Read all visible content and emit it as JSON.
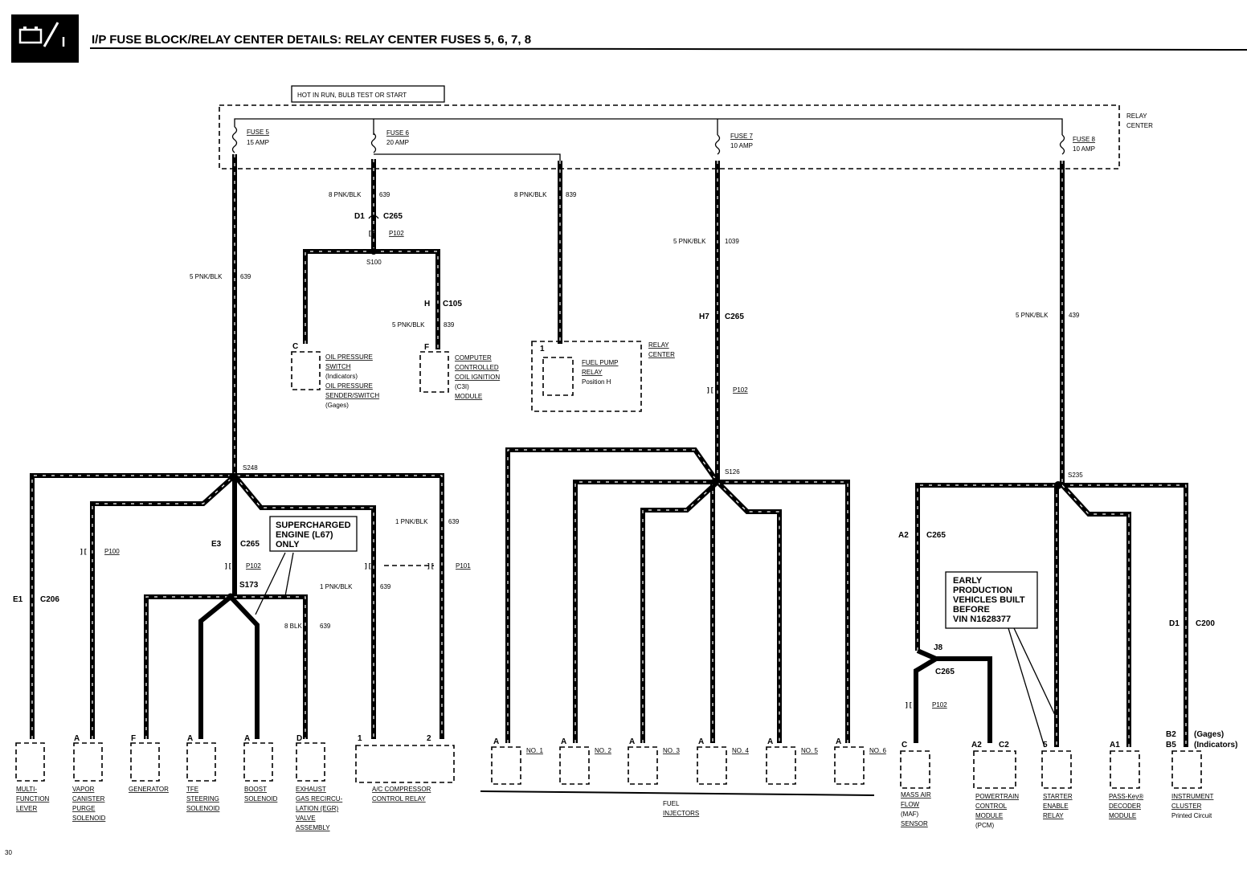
{
  "header": {
    "title": "I/P FUSE BLOCK/RELAY CENTER DETAILS: RELAY CENTER FUSES 5, 6, 7, 8",
    "page_number": "30",
    "icon": "battery-gauge-icon"
  },
  "power": {
    "hot_label": "HOT IN RUN, BULB TEST OR START",
    "relay_center_1": "RELAY",
    "relay_center_2": "CENTER"
  },
  "fuses": [
    {
      "name": "FUSE 5",
      "rating": "15 AMP"
    },
    {
      "name": "FUSE 6",
      "rating": "20 AMP"
    },
    {
      "name": "FUSE 7",
      "rating": "10 AMP"
    },
    {
      "name": "FUSE 8",
      "rating": "10 AMP"
    }
  ],
  "wires": {
    "w1": "8 PNK/BLK",
    "w1c": "639",
    "w2": "8 PNK/BLK",
    "w2c": "839",
    "w3": "5 PNK/BLK",
    "w3c": "1039",
    "w4": "5 PNK/BLK",
    "w4c": "639",
    "w5": "5 PNK/BLK",
    "w5c": "839",
    "w6": "5 PNK/BLK",
    "w6c": "439",
    "w7": "1 PNK/BLK",
    "w7c": "639",
    "w8": "1 PNK/BLK",
    "w8c": "639",
    "w9": "8 BLK",
    "w9c": "639"
  },
  "connectors": {
    "d1": "D1",
    "c265a": "C265",
    "p102a": "P102",
    "s100": "S100",
    "h": "H",
    "c105": "C105",
    "h7": "H7",
    "c265b": "C265",
    "p102b": "P102",
    "s248": "S248",
    "s126": "S126",
    "s235": "S235",
    "e3": "E3",
    "c265c": "C265",
    "p102c": "P102",
    "s173": "S173",
    "p100": "P100",
    "p101": "P101",
    "e1": "E1",
    "c206": "C206",
    "a2": "A2",
    "c265d": "C265",
    "j8": "J8",
    "c265e": "C265",
    "p102d": "P102",
    "d1b": "D1",
    "c200": "C200"
  },
  "notes": {
    "supercharged_1": "SUPERCHARGED",
    "supercharged_2": "ENGINE (L67)",
    "supercharged_3": "ONLY",
    "early_1": "EARLY",
    "early_2": "PRODUCTION",
    "early_3": "VEHICLES BUILT",
    "early_4": "BEFORE",
    "early_5": "VIN N1628377"
  },
  "components": {
    "oil_pin": "C",
    "oil_1": "OIL PRESSURE",
    "oil_2": "SWITCH",
    "oil_3": "(Indicators)",
    "oil_4": "OIL PRESSURE",
    "oil_5": "SENDER/SWITCH",
    "oil_6": "(Gages)",
    "ccci_pin": "F",
    "ccci_1": "COMPUTER",
    "ccci_2": "CONTROLLED",
    "ccci_3": "COIL IGNITION",
    "ccci_4": "(C3I)",
    "ccci_5": "MODULE",
    "fpr_pin": "1",
    "fpr_1": "FUEL PUMP",
    "fpr_2": "RELAY",
    "fpr_3": "Position H",
    "fpr_rc_1": "RELAY",
    "fpr_rc_2": "CENTER",
    "mfl_1": "MULTI-",
    "mfl_2": "FUNCTION",
    "mfl_3": "LEVER",
    "vcp_pin": "A",
    "vcp_1": "VAPOR",
    "vcp_2": "CANISTER",
    "vcp_3": "PURGE",
    "vcp_4": "SOLENOID",
    "gen_pin": "F",
    "gen_1": "GENERATOR",
    "tfe_pin": "A",
    "tfe_1": "TFE",
    "tfe_2": "STEERING",
    "tfe_3": "SOLENOID",
    "bst_pin": "A",
    "bst_1": "BOOST",
    "bst_2": "SOLENOID",
    "egr_pin": "D",
    "egr_1": "EXHAUST",
    "egr_2": "GAS RECIRCU-",
    "egr_3": "LATION (EGR)",
    "egr_4": "VALVE",
    "egr_5": "ASSEMBLY",
    "ac_pin1": "1",
    "ac_pin2": "2",
    "ac_1": "A/C COMPRESSOR",
    "ac_2": "CONTROL RELAY",
    "inj": [
      {
        "pin": "A",
        "label": "NO. 1"
      },
      {
        "pin": "A",
        "label": "NO. 2"
      },
      {
        "pin": "A",
        "label": "NO. 3"
      },
      {
        "pin": "A",
        "label": "NO. 4"
      },
      {
        "pin": "A",
        "label": "NO. 5"
      },
      {
        "pin": "A",
        "label": "NO. 6"
      }
    ],
    "fuel_1": "FUEL",
    "fuel_2": "INJECTORS",
    "maf_pin": "C",
    "maf_1": "MASS AIR",
    "maf_2": "FLOW",
    "maf_3": "(MAF)",
    "maf_4": "SENSOR",
    "pcm_pin_a": "A2",
    "pcm_pin_b": "C2",
    "pcm_1": "POWERTRAIN",
    "pcm_2": "CONTROL",
    "pcm_3": "MODULE",
    "pcm_4": "(PCM)",
    "ser_pin": "5",
    "ser_1": "STARTER",
    "ser_2": "ENABLE",
    "ser_3": "RELAY",
    "pk_pin": "A1",
    "pk_1": "PASS-Key®",
    "pk_2": "DECODER",
    "pk_3": "MODULE",
    "ic_pin1": "B2",
    "ic_pin1_note": "(Gages)",
    "ic_pin2": "B5",
    "ic_pin2_note": "(Indicators)",
    "ic_1": "INSTRUMENT",
    "ic_2": "CLUSTER",
    "ic_3": "Printed Circuit"
  }
}
